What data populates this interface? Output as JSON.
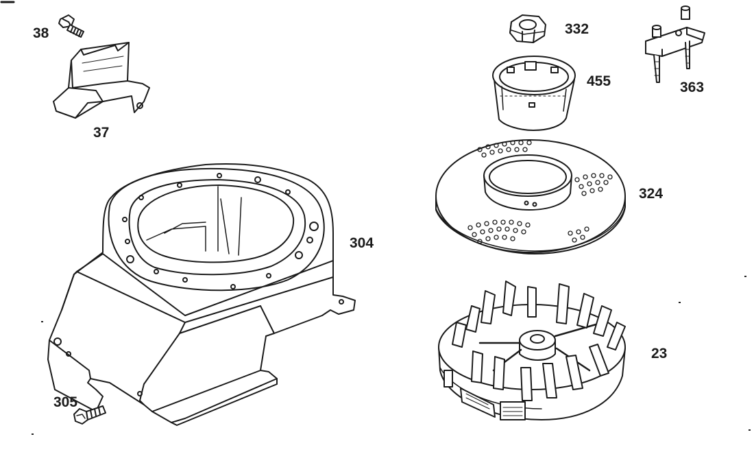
{
  "colors": {
    "ink": "#1a1a1a",
    "paper": "#ffffff"
  },
  "parts": [
    {
      "id": "bolt-38",
      "label": "38",
      "icon": "bolt-icon"
    },
    {
      "id": "deflector-37",
      "label": "37",
      "icon": "air-deflector-icon"
    },
    {
      "id": "housing-304",
      "label": "304",
      "icon": "blower-housing-icon"
    },
    {
      "id": "screw-305",
      "label": "305",
      "icon": "screw-icon"
    },
    {
      "id": "nut-332",
      "label": "332",
      "icon": "hex-nut-icon"
    },
    {
      "id": "cup-455",
      "label": "455",
      "icon": "starter-cup-icon"
    },
    {
      "id": "bracket-363",
      "label": "363",
      "icon": "bracket-icon"
    },
    {
      "id": "screen-324",
      "label": "324",
      "icon": "rotating-screen-icon"
    },
    {
      "id": "flywheel-23",
      "label": "23",
      "icon": "flywheel-icon"
    }
  ]
}
